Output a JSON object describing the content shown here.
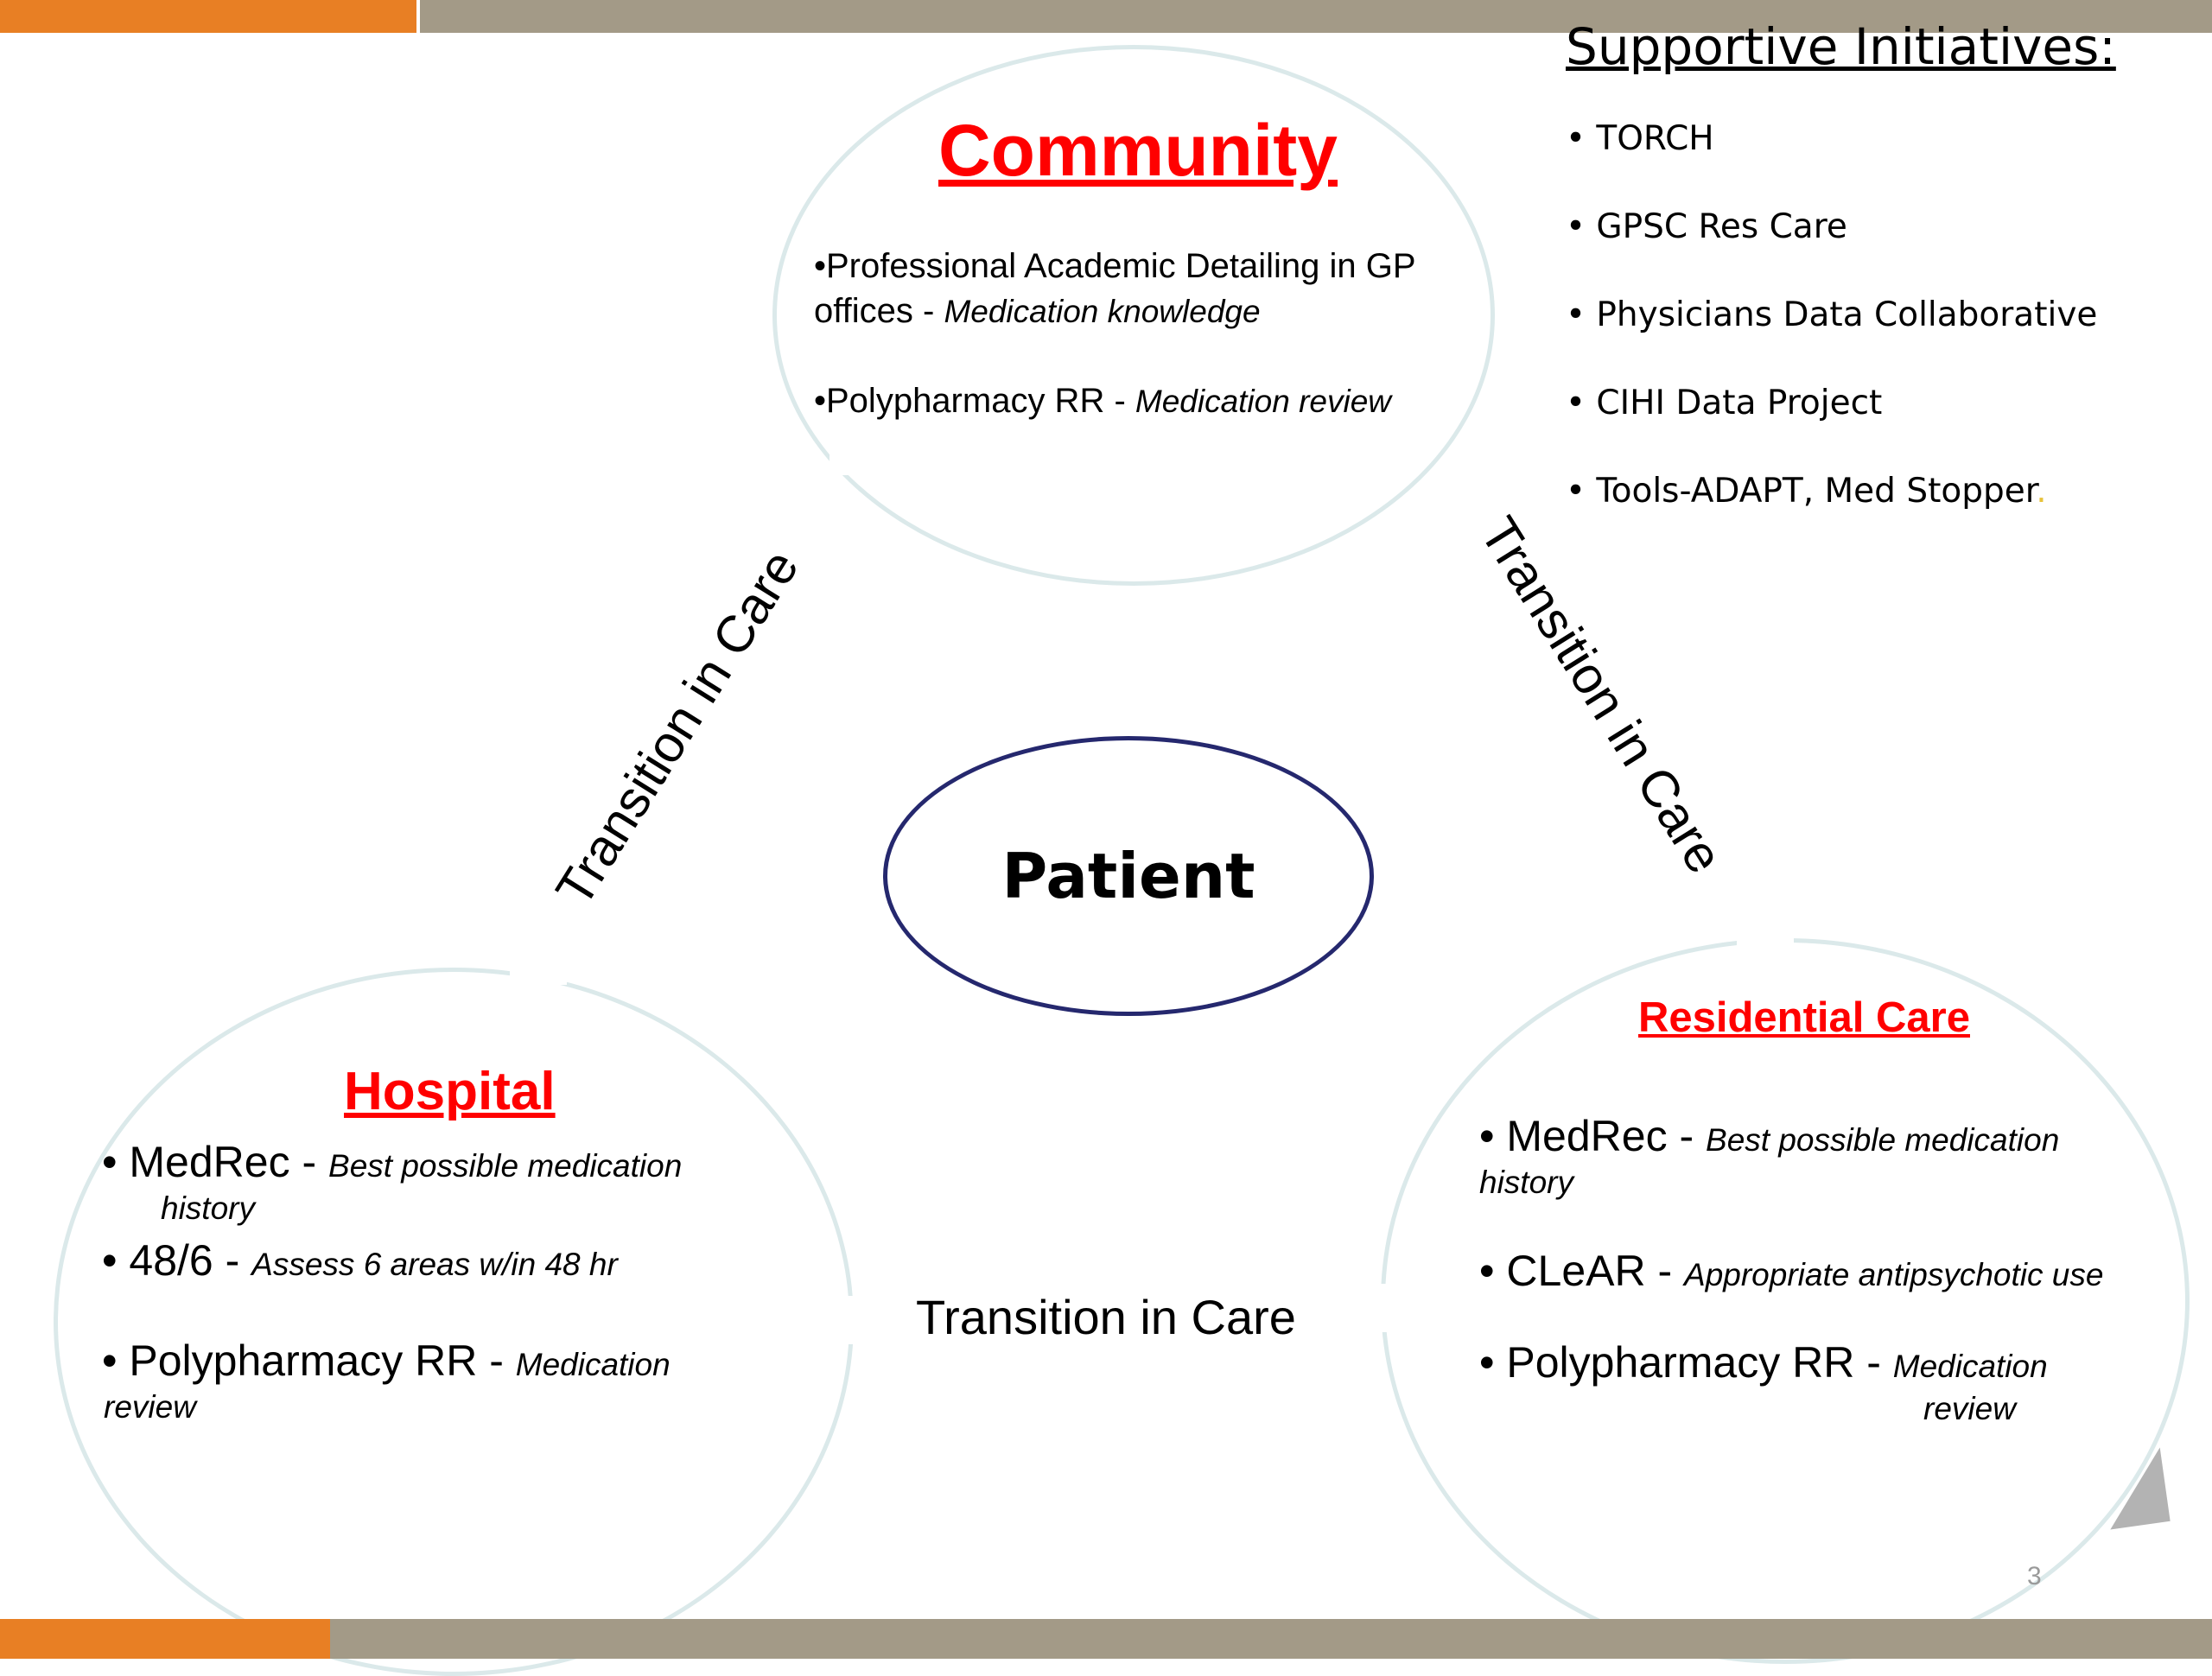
{
  "community": {
    "title": "Community",
    "item1_main": "•Professional Academic Detailing in GP",
    "item1_cont": "offices -  ",
    "item1_note": "Medication knowledge",
    "item2_main": "•Polypharmacy RR -  ",
    "item2_note": "Medication review"
  },
  "hospital": {
    "title": "Hospital",
    "medrec_label": "• MedRec - ",
    "medrec_note": "Best possible medication",
    "medrec_note2": "history",
    "item48_label": "• 48/6 -  ",
    "item48_note": "Assess 6 areas w/in 48 hr",
    "poly_label": "• Polypharmacy RR - ",
    "poly_note": "Medication",
    "poly_note2": "review"
  },
  "residential": {
    "title": "Residential Care",
    "medrec_label": "• MedRec - ",
    "medrec_note": "Best possible medication",
    "medrec_note2": "history",
    "clear_label": "• CLeAR - ",
    "clear_note": "Appropriate antipsychotic use",
    "poly_label": "•  Polypharmacy RR - ",
    "poly_note": "Medication",
    "poly_note2": "review"
  },
  "patient": {
    "label": "Patient"
  },
  "transitions": {
    "left": "Transition in Care",
    "right": "Transition in Care",
    "bottom": "Transition in Care"
  },
  "supportive": {
    "heading": "Supportive Initiatives:",
    "items": [
      "• TORCH",
      "•  GPSC Res Care",
      "•  Physicians Data Collaborative",
      "• CIHI Data Project",
      "• Tools-ADAPT, Med Stopper"
    ],
    "trailing_dot": "."
  },
  "footer": {
    "slide_number": "3"
  },
  "colors": {
    "accent_orange": "#e87f24",
    "bar_gray": "#a39a87",
    "title_red": "#ff0000",
    "patient_outline": "#25286e",
    "circle_outline": "#dbe9ea"
  }
}
